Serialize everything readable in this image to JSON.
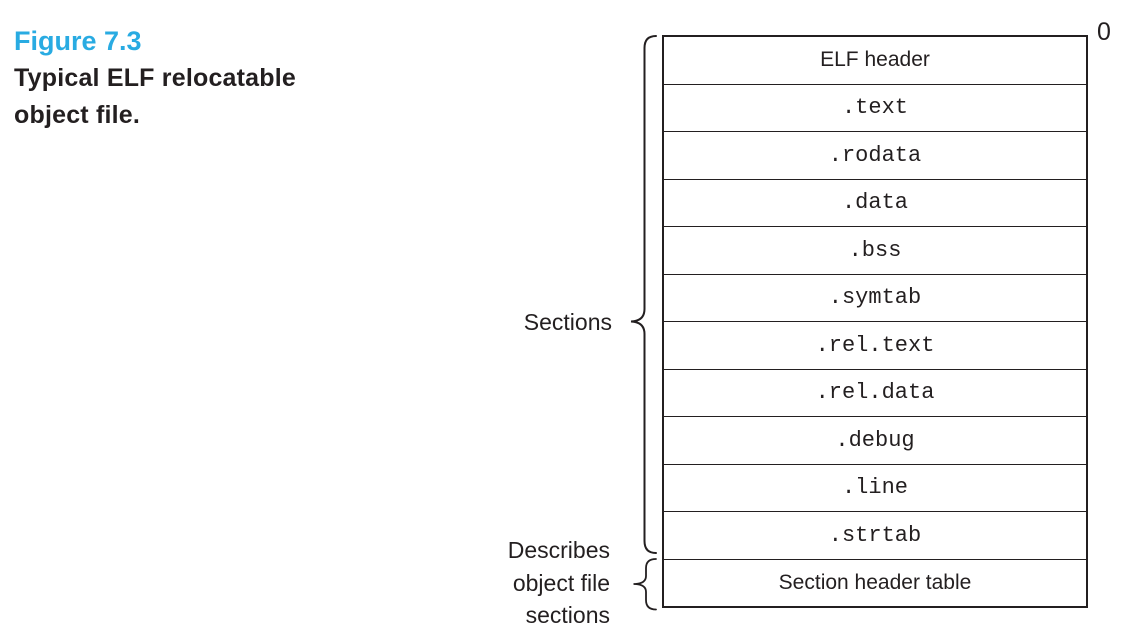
{
  "figure": {
    "label": "Figure 7.3",
    "caption_line1": "Typical ELF relocatable",
    "caption_line2": "object file."
  },
  "diagram": {
    "offset_label": "0",
    "sections_brace_label": "Sections",
    "describes_lines": [
      "Describes",
      "object file",
      "sections"
    ],
    "rows": [
      {
        "label": "ELF header",
        "mono": false
      },
      {
        "label": ".text",
        "mono": true
      },
      {
        "label": ".rodata",
        "mono": true
      },
      {
        "label": ".data",
        "mono": true
      },
      {
        "label": ".bss",
        "mono": true
      },
      {
        "label": ".symtab",
        "mono": true
      },
      {
        "label": ".rel.text",
        "mono": true
      },
      {
        "label": ".rel.data",
        "mono": true
      },
      {
        "label": ".debug",
        "mono": true
      },
      {
        "label": ".line",
        "mono": true
      },
      {
        "label": ".strtab",
        "mono": true
      },
      {
        "label": "Section header table",
        "mono": false
      }
    ]
  },
  "colors": {
    "figure_label_blue": "#29abe2",
    "ink": "#231f20",
    "background": "#ffffff"
  }
}
